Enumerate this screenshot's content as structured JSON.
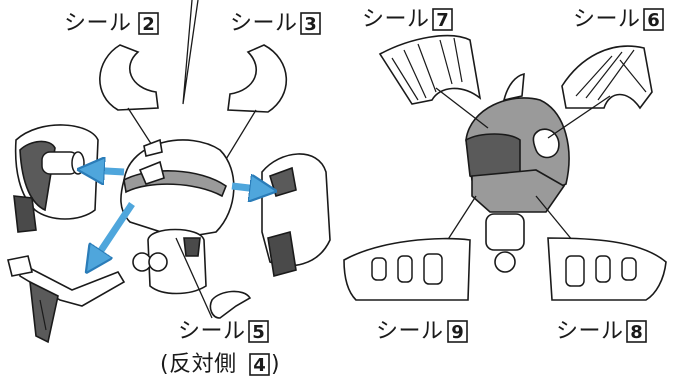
{
  "colors": {
    "outline": "#1a1a1a",
    "arrow_fill": "#4fa6dc",
    "arrow_stroke": "#2a7cb8",
    "part_light": "#ffffff",
    "part_mid": "#9a9a9a",
    "part_dark": "#5a5a5a",
    "part_darker": "#4a4a4a"
  },
  "labels": {
    "seal_2": {
      "text": "シール",
      "num": "2"
    },
    "seal_3": {
      "text": "シール",
      "num": "3"
    },
    "seal_5": {
      "text": "シール",
      "num": "5"
    },
    "seal_5_note": {
      "pre": "(反対側",
      "num": "4",
      "post": ")"
    },
    "seal_7": {
      "text": "シール",
      "num": "7"
    },
    "seal_6": {
      "text": "シール",
      "num": "6"
    },
    "seal_9": {
      "text": "シール",
      "num": "9"
    },
    "seal_8": {
      "text": "シール",
      "num": "8"
    }
  },
  "icons": {
    "arrows": "blue-assembly-arrow",
    "stickers": "sticker-shape"
  }
}
